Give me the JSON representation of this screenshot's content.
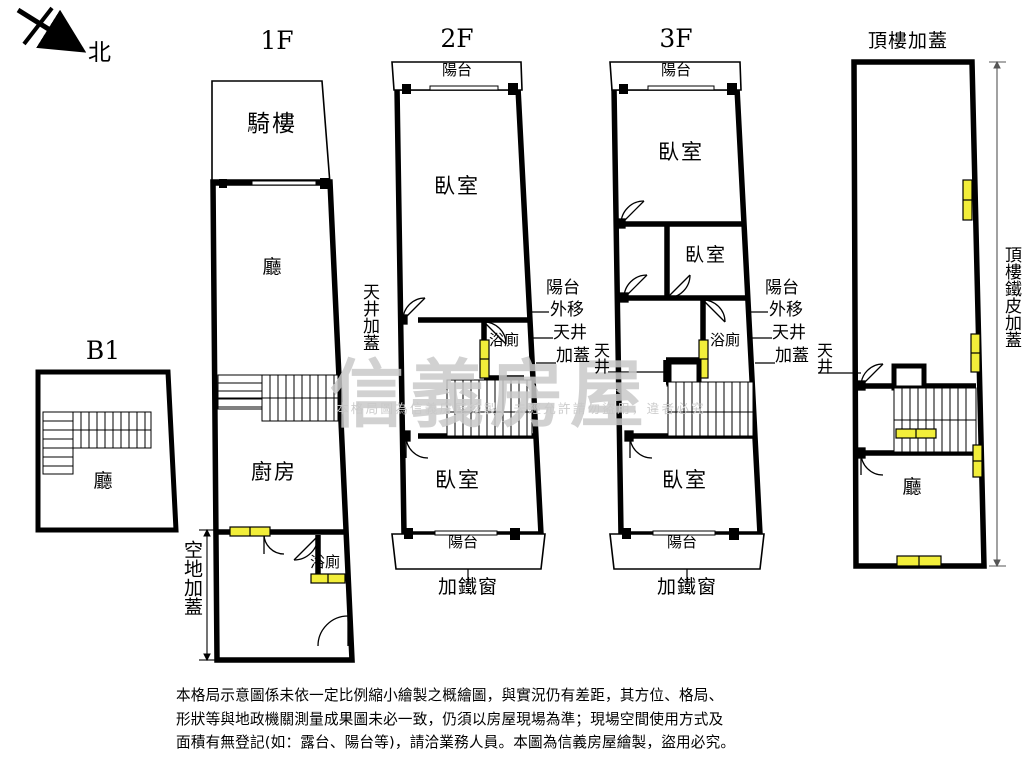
{
  "compass": {
    "label": "北",
    "icon": "north-arrow-icon"
  },
  "floors": [
    {
      "id": "b1",
      "title": "B1",
      "rooms": [
        {
          "name": "廳"
        }
      ],
      "features": [
        {
          "name": "stairs"
        }
      ]
    },
    {
      "id": "1f",
      "title": "1F",
      "rooms": [
        {
          "name": "騎樓"
        },
        {
          "name": "廳"
        },
        {
          "name": "廚房"
        },
        {
          "name": "浴廁"
        }
      ],
      "side_labels": [
        "天井加蓋",
        "空地加蓋"
      ],
      "features": [
        {
          "name": "stairs"
        }
      ]
    },
    {
      "id": "2f",
      "title": "2F",
      "rooms": [
        {
          "name": "陽台"
        },
        {
          "name": "臥室"
        },
        {
          "name": "浴廁"
        },
        {
          "name": "臥室"
        },
        {
          "name": "陽台"
        }
      ],
      "side_labels": [
        "陽台",
        "外移",
        "天井",
        "加蓋"
      ],
      "bottom_label": "加鐵窗",
      "features": [
        {
          "name": "stairs"
        }
      ]
    },
    {
      "id": "3f",
      "title": "3F",
      "rooms": [
        {
          "name": "陽台"
        },
        {
          "name": "臥室"
        },
        {
          "name": "臥室"
        },
        {
          "name": "浴廁"
        },
        {
          "name": "臥室"
        },
        {
          "name": "陽台"
        }
      ],
      "side_labels": [
        "陽台",
        "外移",
        "天井",
        "加蓋"
      ],
      "well_label": "天井",
      "bottom_label": "加鐵窗",
      "features": [
        {
          "name": "stairs"
        }
      ]
    },
    {
      "id": "rooftop",
      "title": "頂樓加蓋",
      "rooms": [
        {
          "name": "廳"
        }
      ],
      "side_labels": [
        "天井"
      ],
      "dimension_label": "頂樓鐵皮加蓋",
      "features": [
        {
          "name": "stairs"
        }
      ]
    }
  ],
  "middle_labels": {
    "wellcover_1f": "天井加蓋",
    "well_2f": "天井",
    "well_3f": "天井"
  },
  "watermark": {
    "brand": "信義房屋",
    "notice": "本格局圖為信義房屋繪製，未經允許請勿盜用，違者必究"
  },
  "disclaimer": {
    "line1": "本格局示意圖係未依一定比例縮小繪製之概繪圖，與實況仍有差距，其方位、格局、",
    "line2": "形狀等與地政機關測量成果圖未必一致，仍須以房屋現場為準；現場空間使用方式及",
    "line3": "面積有無登記(如：露台、陽台等)，請洽業務人員。本圖為信義房屋繪製，盜用必究。"
  },
  "colors": {
    "wall": "#000000",
    "window_fill": "#f2ee3a",
    "watermark": "#c9c9c9",
    "dimension": "#555555"
  }
}
